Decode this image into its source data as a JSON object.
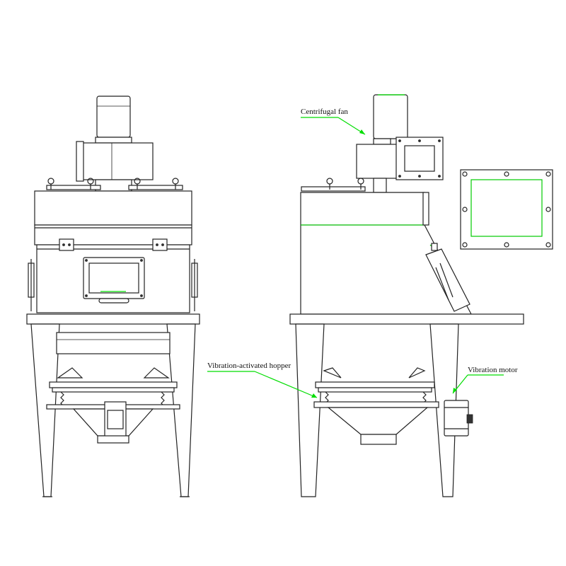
{
  "annotations": {
    "centrifugal_fan": "Centrifugal fan",
    "hopper": "Vibration-activated hopper",
    "vibration_motor": "Vibration motor"
  },
  "colors": {
    "leader": "#00dd00",
    "line": "#222222",
    "background": "#ffffff"
  }
}
